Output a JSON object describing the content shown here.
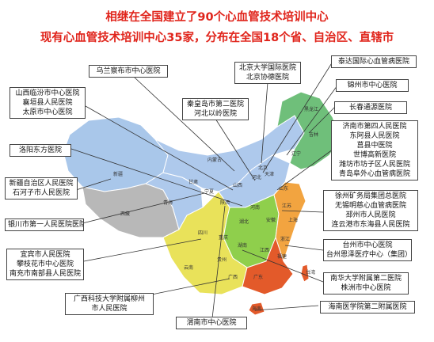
{
  "header": {
    "title_line1": "相继在全国建立了90个心血管技术培训中心",
    "title_line2": "现有心血管技术培训中心35家，分布在全国18个省、自治区、直辖市"
  },
  "colors": {
    "title": "#e0241b",
    "northeast": "#6fbf7a",
    "north": "#aec9ec",
    "northwest": "#aec9ec",
    "xinjiang": "#a9c7ea",
    "tibet": "#b8b8b8",
    "southwest": "#e9e25a",
    "central": "#8fcf4c",
    "east": "#f2a440",
    "south": "#e35a2a",
    "taiwan": "#e35a2a"
  },
  "provinces": {
    "xinjiang": "新疆",
    "tibet": "西藏",
    "qinghai": "青海",
    "gansu": "甘肃",
    "ningxia": "宁夏",
    "neimenggu": "内蒙古",
    "shanxi": "山西",
    "shaanxi": "陕西",
    "sichuan": "四川",
    "yunnan": "云南",
    "guizhou": "贵州",
    "guangxi": "广西",
    "guangdong": "广东",
    "hunan": "湖南",
    "hubei": "湖北",
    "henan": "河南",
    "anhui": "安徽",
    "jiangsu": "江苏",
    "shanghai": "上海",
    "zhejiang": "浙江",
    "jiangxi": "江西",
    "fujian": "福建",
    "shandong": "山东",
    "hebei": "河北",
    "beijing": "北京",
    "tianjin": "天津",
    "liaoning": "辽宁",
    "jilin": "吉林",
    "heilongjiang": "黑龙江",
    "taiwan": "台湾",
    "chongqing": "重庆",
    "hainan": "海南"
  },
  "labels": {
    "wulanchabu": [
      "乌兰察布市中心医院"
    ],
    "beijing": [
      "北京大学国际医院",
      "北京协德医院"
    ],
    "taida": [
      "泰达国际心血管病医院"
    ],
    "jinzhou": [
      "锦州市中心医院"
    ],
    "changqing": [
      "长春通源医院"
    ],
    "shanxi": [
      "山西临汾市中心医院",
      "襄垣县人民医院",
      "太原市中心医院"
    ],
    "qinhuangdao": [
      "秦皇岛市第二医院",
      "河北以岭医院"
    ],
    "jinan": [
      "济南市第四人民医院",
      "东阿县人民医院",
      "莒县中医院",
      "世博高新医院",
      "潍坊市坊子区人民医院",
      "青岛阜外心血管病医院"
    ],
    "luoyang": [
      "洛阳东方医院"
    ],
    "xinjiang": [
      "新疆自治区人民医院",
      "石河子市人民医院"
    ],
    "xuzhou": [
      "徐州矿务局集团总医院",
      "无锡明慈心血管病医院",
      "邳州市人民医院",
      "连云港市东海县人民医院"
    ],
    "yinchuan": [
      "银川市第一人民医院医院"
    ],
    "taizhou": [
      "台州市中心医院",
      "台州恩泽医疗中心（集团）"
    ],
    "yibin": [
      "宜宾市人民医院",
      "攀枝花市中心医院",
      "南充市南部县人民医院"
    ],
    "nanhua": [
      "南华大学附属第二医院",
      "株洲市中心医院"
    ],
    "guangxi": [
      "广西科技大学附属柳州",
      "市人民医院"
    ],
    "hainan": [
      "海南医学院第二附属医院"
    ],
    "weinan": [
      "渭南市中心医院"
    ]
  }
}
